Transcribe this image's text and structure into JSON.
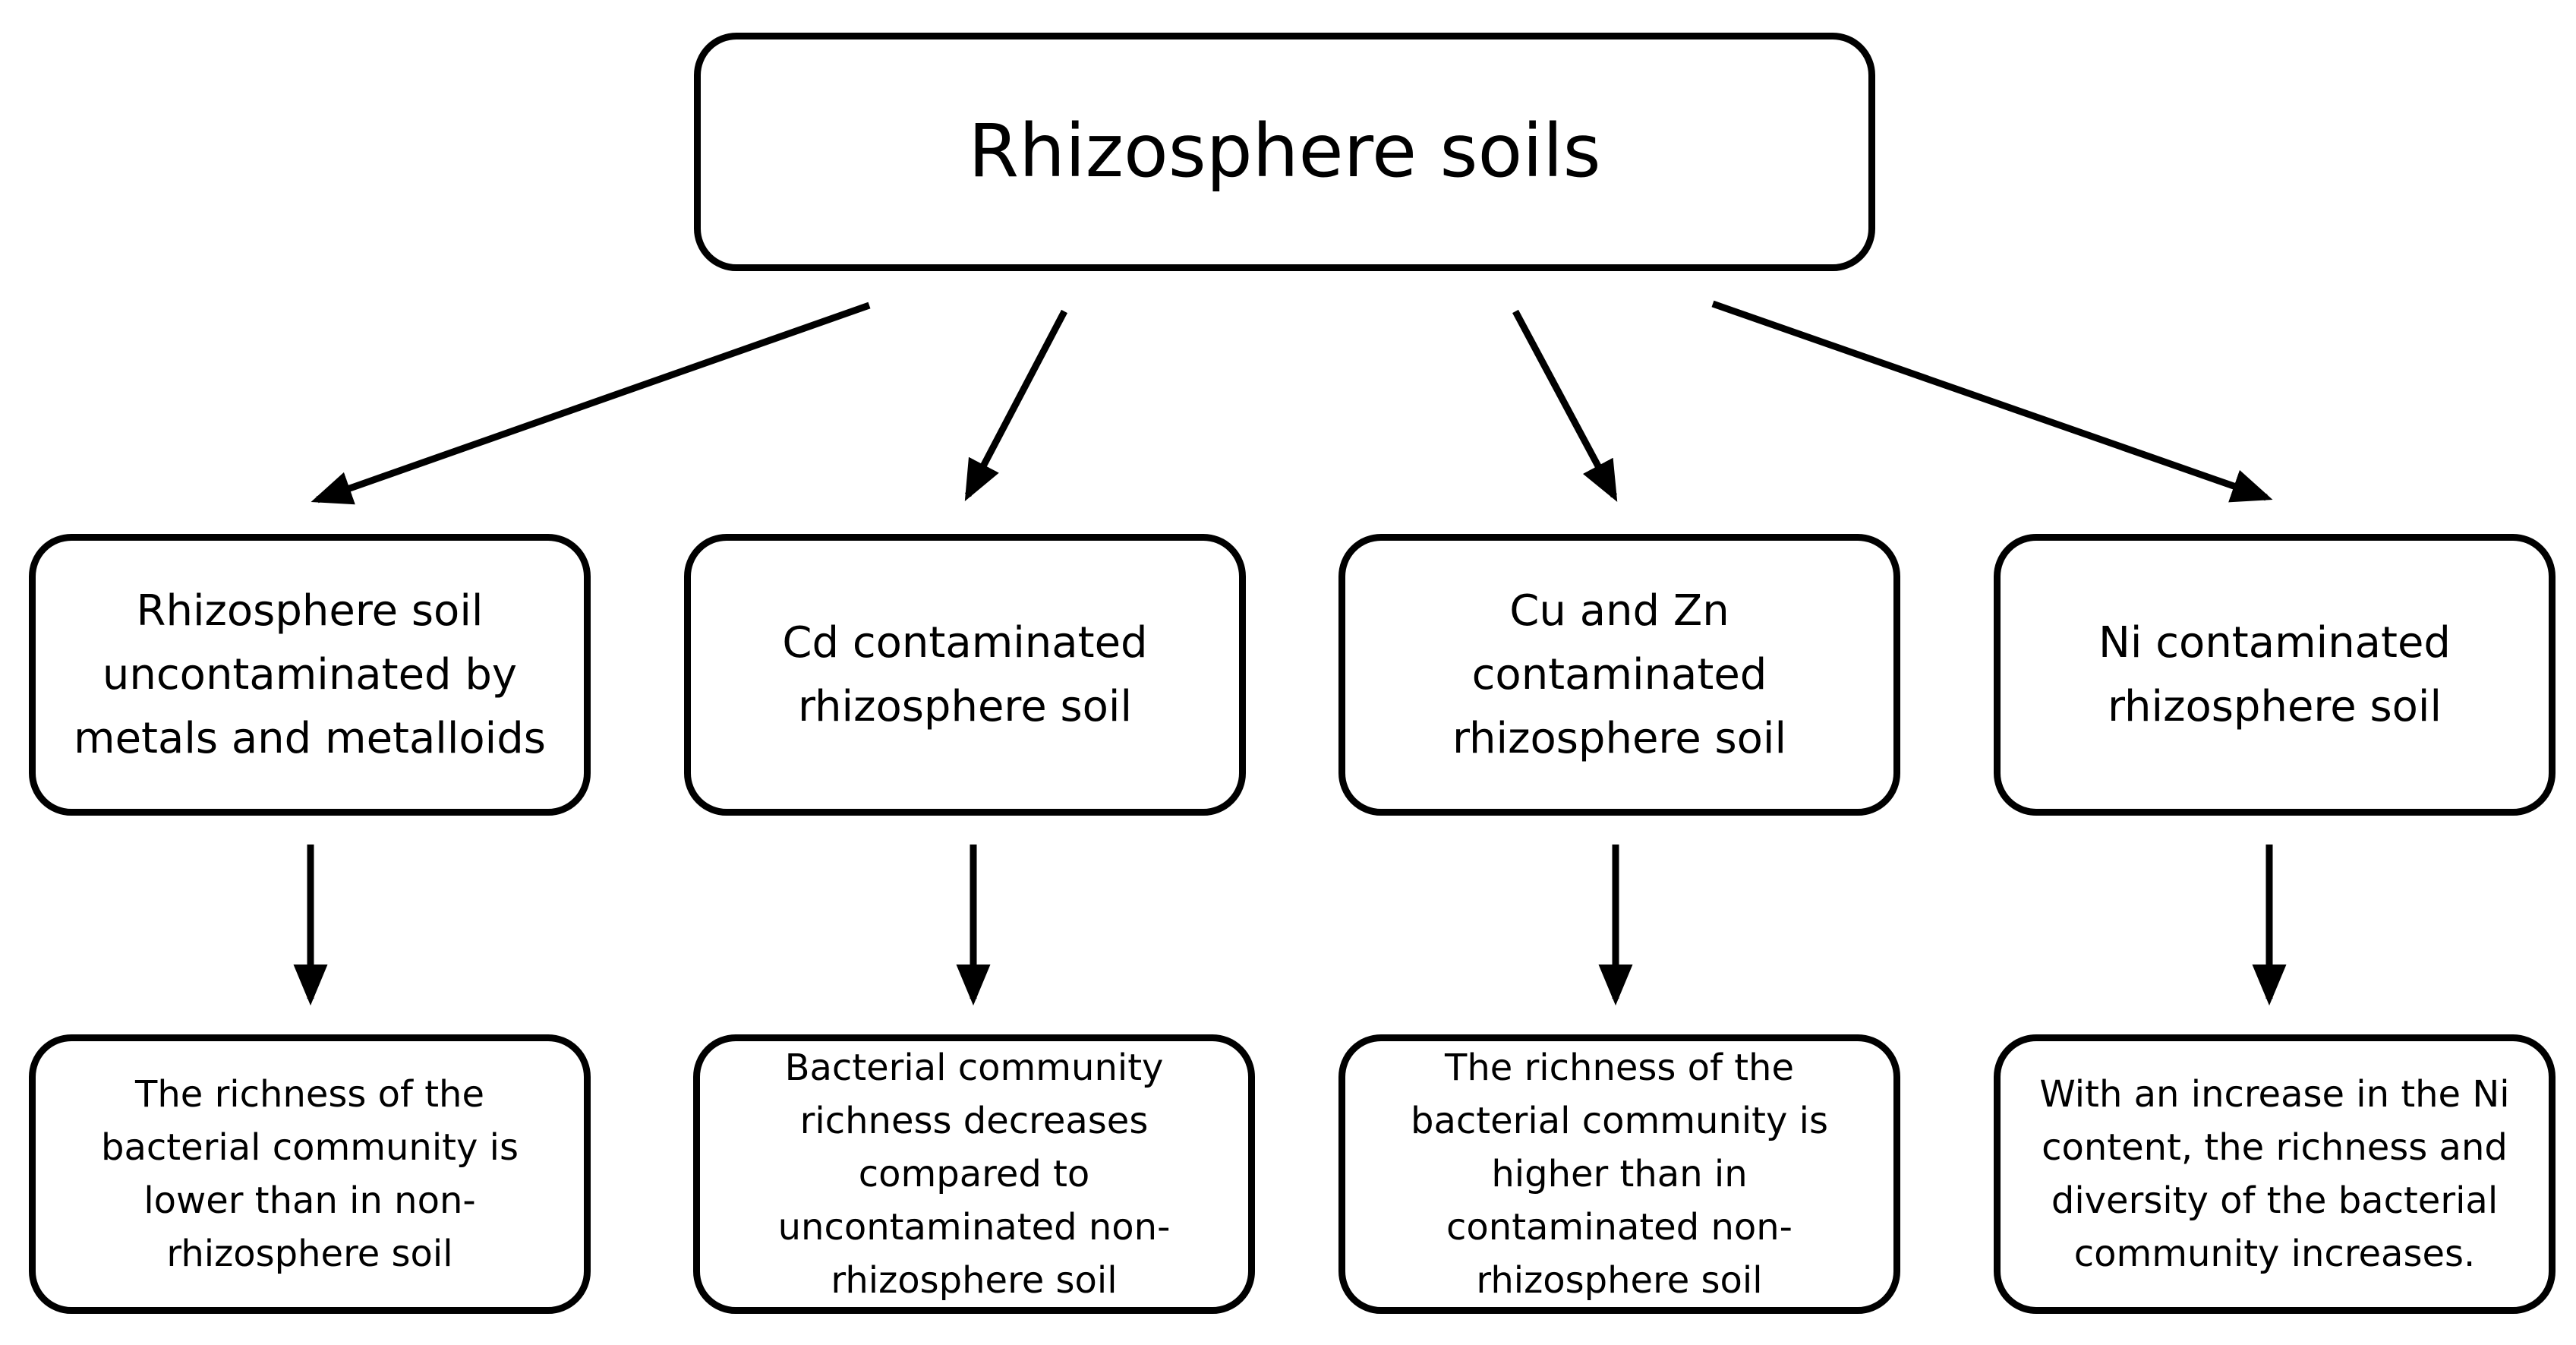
{
  "root": {
    "label": "Rhizosphere soils"
  },
  "categories": [
    {
      "label": "Rhizosphere soil uncontaminated by metals and metalloids",
      "outcome": "The richness of the bacterial community is lower than in non-rhizosphere soil"
    },
    {
      "label": "Cd contaminated rhizosphere soil",
      "outcome": "Bacterial community richness decreases compared to uncontaminated non-rhizosphere soil"
    },
    {
      "label": "Cu and Zn contaminated rhizosphere soil",
      "outcome": "The richness of the bacterial community is higher than in contaminated non-rhizosphere soil"
    },
    {
      "label": "Ni contaminated rhizosphere soil",
      "outcome": "With an increase in the Ni content, the richness and diversity of the bacterial community increases."
    }
  ],
  "colors": {
    "stroke": "#000000",
    "background": "#ffffff"
  }
}
